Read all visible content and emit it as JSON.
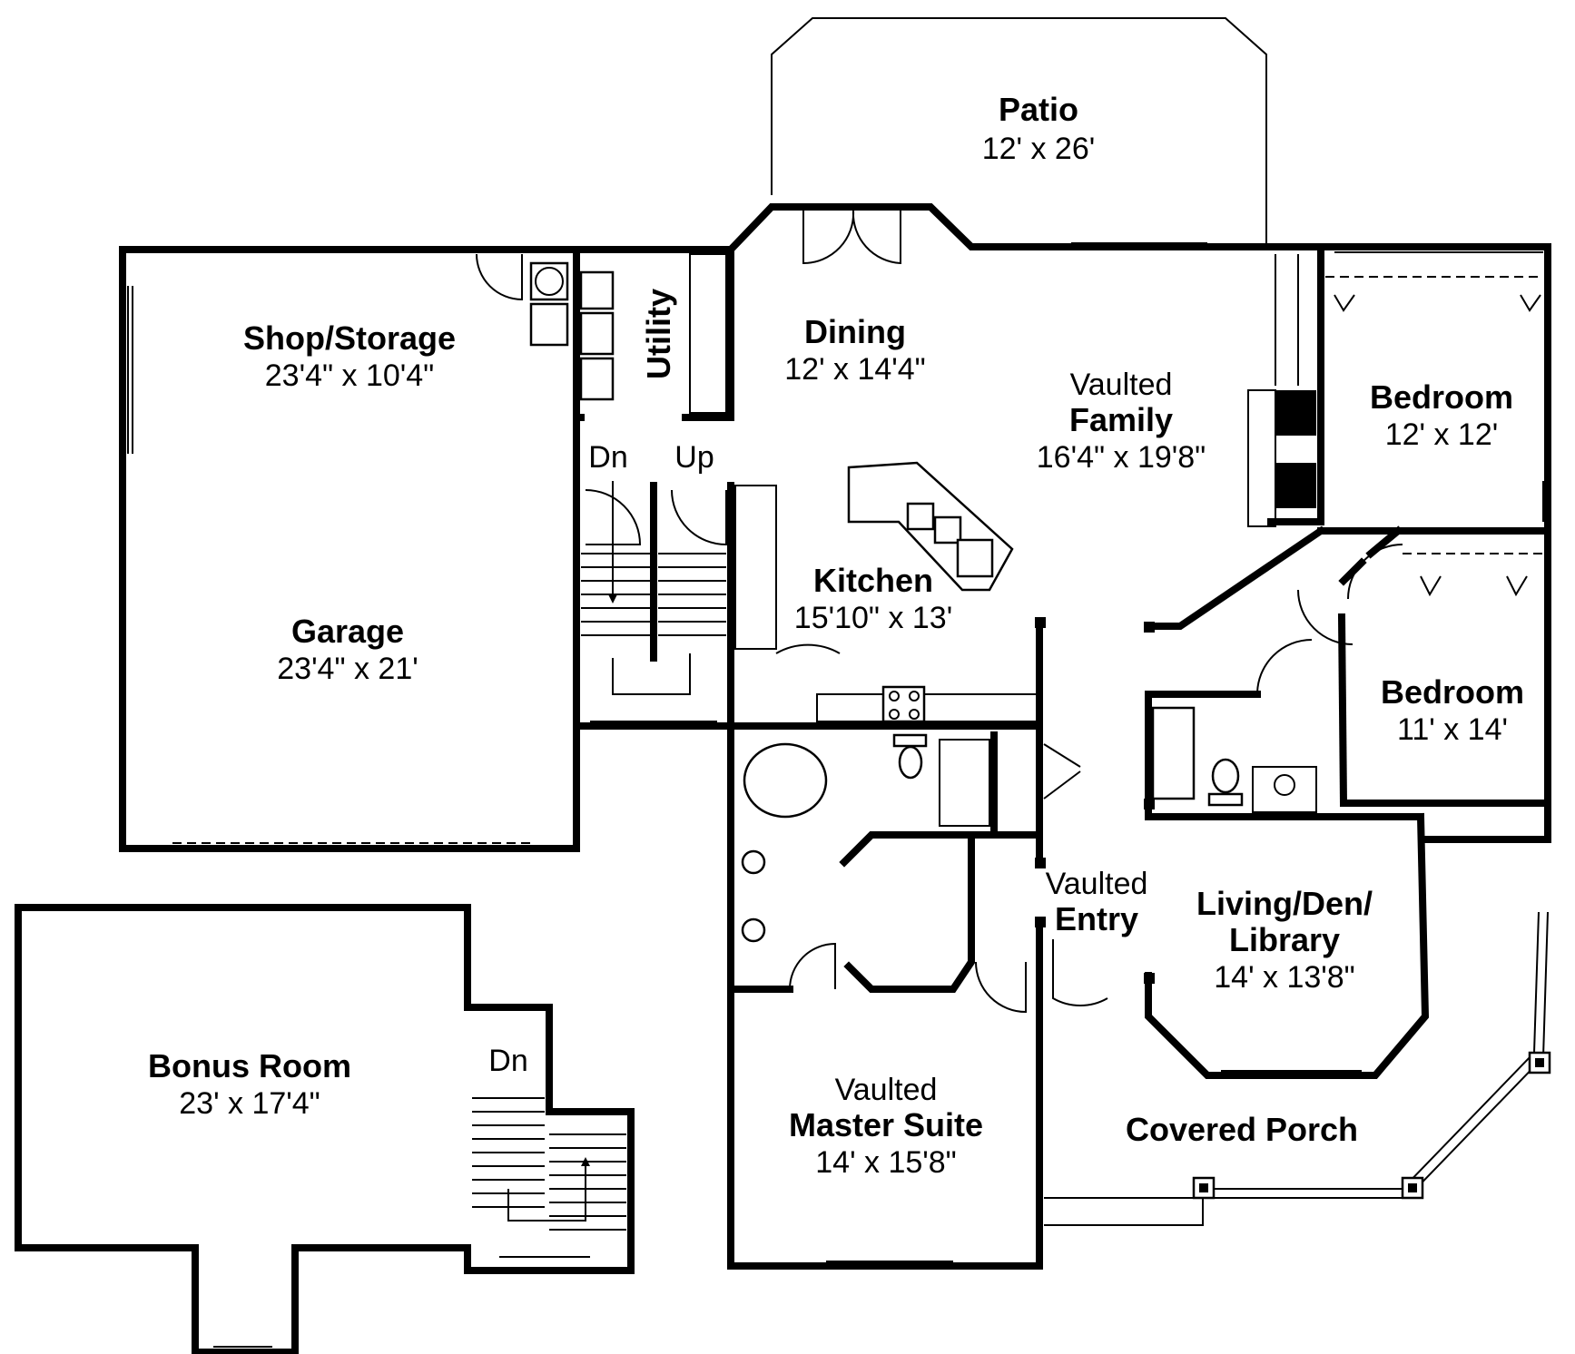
{
  "rooms": {
    "patio": {
      "name": "Patio",
      "size": "12' x 26'"
    },
    "shop": {
      "name": "Shop/Storage",
      "size": "23'4\" x 10'4\""
    },
    "utility": {
      "name": "Utility"
    },
    "dining": {
      "name": "Dining",
      "size": "12' x 14'4\""
    },
    "family": {
      "prefix": "Vaulted",
      "name": "Family",
      "size": "16'4\" x 19'8\""
    },
    "bedroom1": {
      "name": "Bedroom",
      "size": "12' x 12'"
    },
    "kitchen": {
      "name": "Kitchen",
      "size": "15'10\" x 13'"
    },
    "garage": {
      "name": "Garage",
      "size": "23'4\" x 21'"
    },
    "bedroom2": {
      "name": "Bedroom",
      "size": "11' x 14'"
    },
    "entry": {
      "prefix": "Vaulted",
      "name": "Entry"
    },
    "living": {
      "name_line1": "Living/Den/",
      "name_line2": "Library",
      "size": "14' x 13'8\""
    },
    "bonus": {
      "name": "Bonus Room",
      "size": "23' x 17'4\""
    },
    "master": {
      "prefix": "Vaulted",
      "name": "Master Suite",
      "size": "14' x 15'8\""
    },
    "porch": {
      "name": "Covered Porch"
    }
  },
  "stairs": {
    "main_down": "Dn",
    "main_up": "Up",
    "bonus_down": "Dn"
  }
}
